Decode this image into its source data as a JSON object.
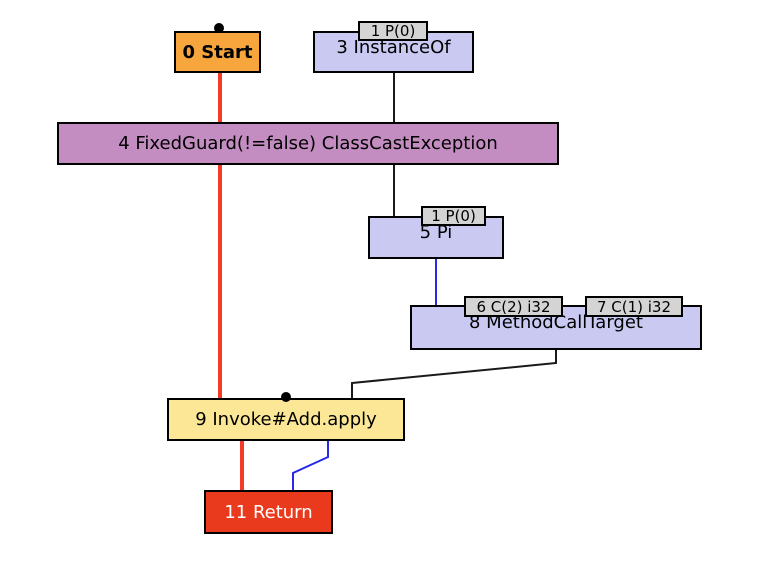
{
  "colors": {
    "background": "#ffffff",
    "edge_red": "#f43b26",
    "edge_blue": "#2828e8",
    "edge_black": "#1a1a1a",
    "label_bg": "#d4d4d4",
    "node_orange": "#f7a63e",
    "node_lavender": "#c9c9f2",
    "node_purple": "#c38dc1",
    "node_yellow": "#fbe796",
    "node_red": "#ea3a1d"
  },
  "nodes": {
    "start": {
      "label": "0 Start"
    },
    "instanceof": {
      "label": "3 InstanceOf"
    },
    "fixedguard": {
      "label": "4 FixedGuard(!=false) ClassCastException"
    },
    "pi": {
      "label": "5 Pi"
    },
    "methodcalltarget": {
      "label": "8 MethodCallTarget"
    },
    "invoke": {
      "label": "9 Invoke#Add.apply"
    },
    "return": {
      "label": "11 Return"
    }
  },
  "port_labels": {
    "instanceof_p0": "1 P(0)",
    "pi_p0": "1 P(0)",
    "mct_c2": "6 C(2) i32",
    "mct_c1": "7 C(1) i32"
  }
}
